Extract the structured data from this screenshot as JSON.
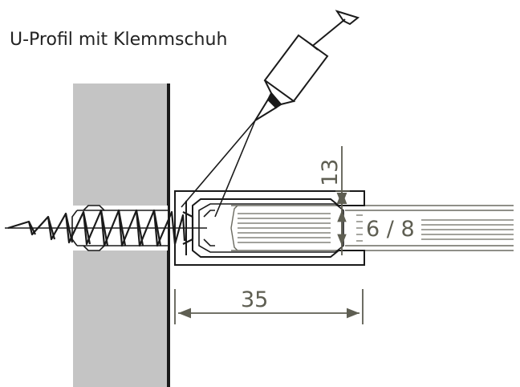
{
  "title": "U-Profil mit Klemmschuh",
  "dimensions": {
    "flange_height": "13",
    "glass_thickness": "6 / 8",
    "profile_depth": "35"
  },
  "colors": {
    "wall": "#c4c4c4",
    "line": "#1a1a1a",
    "dimension": "#5e5e52",
    "glass_lines": "#6a6a60"
  },
  "icons": {
    "screw": "screw-icon",
    "dowel": "wall-plug-icon",
    "silicone_gun": "silicone-cartridge-icon"
  }
}
